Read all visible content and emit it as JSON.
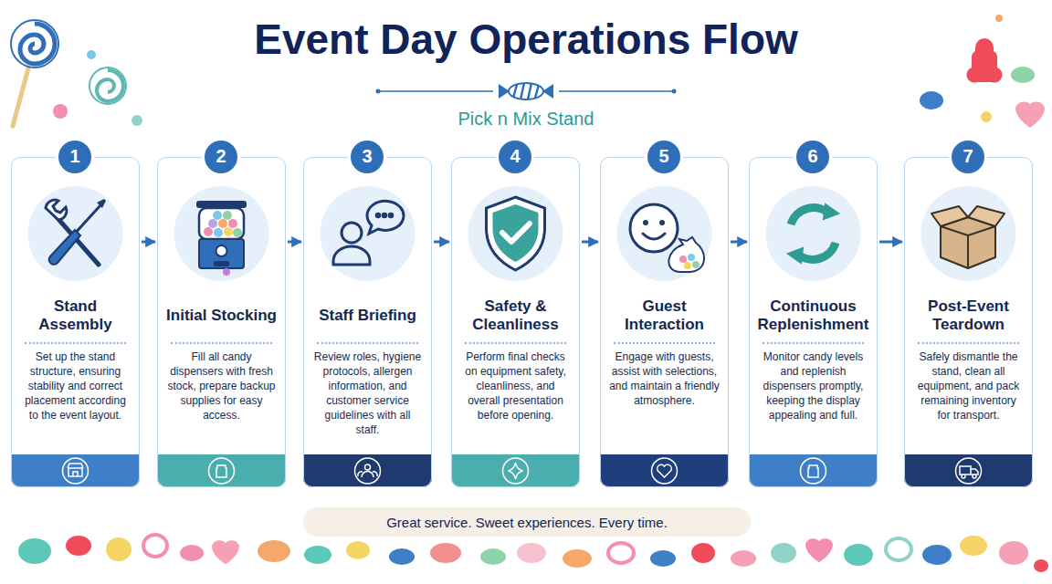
{
  "diagram": {
    "title": "Event Day Operations Flow",
    "caption": "Great service. Sweet experiences. Every time.",
    "nodes": [
      {
        "text": [
          "Stand Assembly",
          "Set up the stand structure, ensuring stability and correct placement according to the event layout."
        ]
      },
      {
        "text": [
          "1"
        ],
        "in": 0
      },
      {
        "text": [
          "Initial Stocking",
          "Fill all candy dispensers with fresh stock, prepare backup supplies for easy access."
        ]
      },
      {
        "text": [
          "2"
        ],
        "in": 2
      },
      {
        "text": [
          "Staff Briefing",
          "Review roles, hygiene protocols, allergen information, and customer service guidelines with all staff."
        ]
      },
      {
        "text": [
          "3"
        ],
        "in": 4
      },
      {
        "text": [
          "Safety & Cleanliness",
          "Perform final checks on equipment safety, cleanliness, and overall presentation before opening."
        ]
      },
      {
        "text": [
          "4"
        ],
        "in": 6
      },
      {
        "text": [
          "Guest Interaction",
          "Engage with guests, assist with selections, and maintain a friendly atmosphere."
        ]
      },
      {
        "text": [
          "5"
        ],
        "in": 8
      },
      {
        "text": [
          "Continuous Replenishment",
          "Monitor candy levels and replenish dispensers promptly, keeping the display appealing and full."
        ]
      },
      {
        "text": [
          "6"
        ],
        "in": 10
      },
      {
        "text": [
          "Post-Event Teardown",
          "Safely dismantle the stand, clean all equipment, and pack remaining inventory for transport."
        ]
      },
      {
        "text": [
          "7"
        ],
        "in": 12
      }
    ],
    "edges": [
      {
        "from": 0,
        "to": 2,
        "arrow": "to"
      },
      {
        "from": 2,
        "to": 4,
        "arrow": "to"
      },
      {
        "from": 4,
        "to": 6,
        "arrow": "to"
      },
      {
        "from": 6,
        "to": 8,
        "arrow": "to"
      },
      {
        "from": 8,
        "to": 10,
        "arrow": "to"
      },
      {
        "from": 10,
        "to": 12,
        "arrow": "to"
      }
    ],
    "labels": [
      "Pick n Mix Stand"
    ]
  }
}
